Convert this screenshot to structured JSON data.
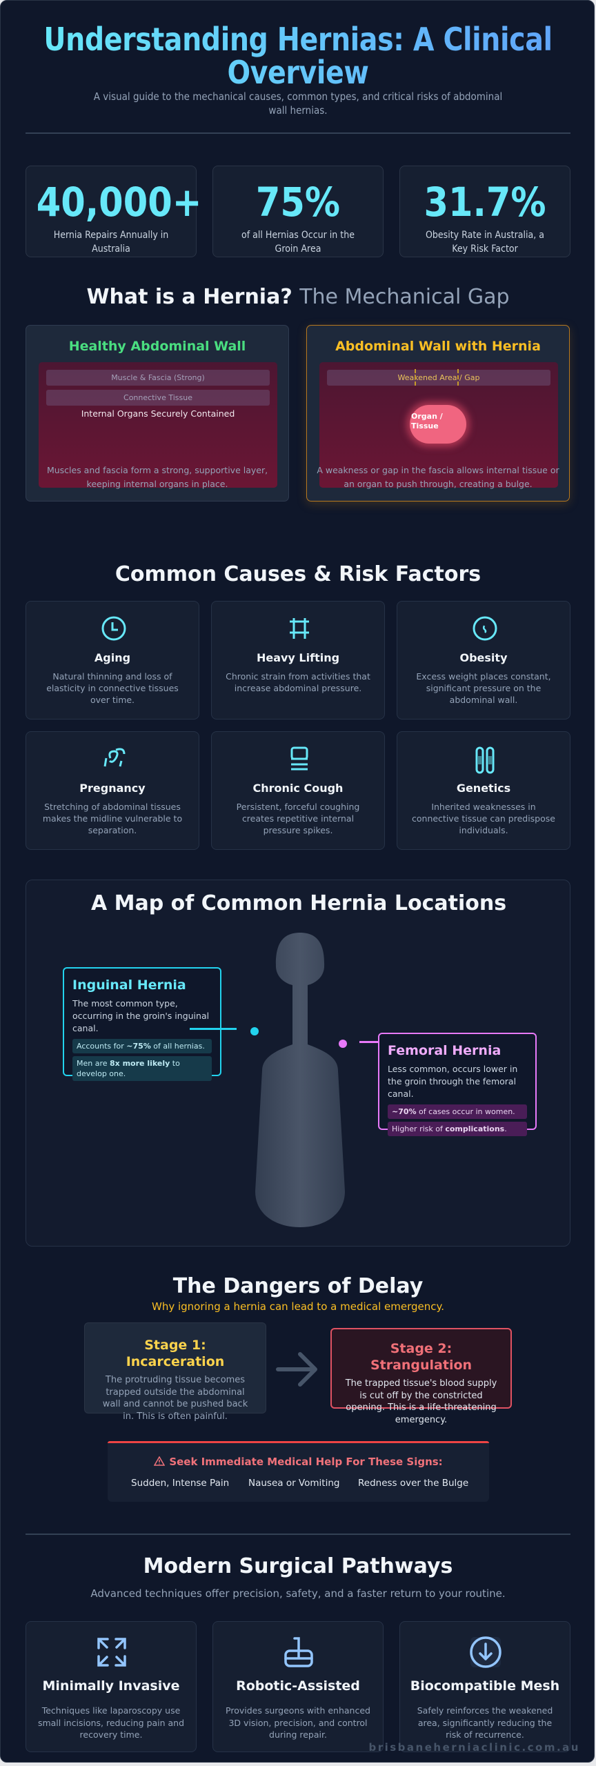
{
  "header": {
    "title": "Understanding Hernias: A Clinical Overview",
    "subtitle": "A visual guide to the mechanical causes, common types, and critical risks of abdominal wall hernias."
  },
  "stats": [
    {
      "value": "40,000+",
      "label": "Hernia Repairs Annually in Australia"
    },
    {
      "value": "75%",
      "label": "of all Hernias Occur in the Groin Area"
    },
    {
      "value": "31.7%",
      "label": "Obesity Rate in Australia, a Key Risk Factor"
    }
  ],
  "what_is": {
    "heading": "What is a Hernia?",
    "heading_muted": "The Mechanical Gap",
    "healthy": {
      "title": "Healthy Abdominal Wall",
      "layer1": "Muscle & Fascia (Strong)",
      "layer2": "Connective Tissue",
      "organs": "Internal Organs Securely Contained",
      "caption": "Muscles and fascia form a strong, supportive layer, keeping internal organs in place.",
      "color": "#4ade80"
    },
    "hernia": {
      "title": "Abdominal Wall with Hernia",
      "layer": "Weakened Area / Gap",
      "organ": "Organ / Tissue",
      "caption": "A weakness or gap in the fascia allows internal tissue or an organ to push through, creating a bulge.",
      "color": "#fbbf24"
    }
  },
  "causes": {
    "heading": "Common Causes & Risk Factors",
    "items": [
      {
        "icon": "clock-icon",
        "title": "Aging",
        "desc": "Natural thinning and loss of elasticity in connective tissues over time."
      },
      {
        "icon": "barbell-icon",
        "title": "Heavy Lifting",
        "desc": "Chronic strain from activities that increase abdominal pressure."
      },
      {
        "icon": "scale-icon",
        "title": "Obesity",
        "desc": "Excess weight places constant, significant pressure on the abdominal wall."
      },
      {
        "icon": "pregnancy-icon",
        "title": "Pregnancy",
        "desc": "Stretching of abdominal tissues makes the midline vulnerable to separation."
      },
      {
        "icon": "lungs-icon",
        "title": "Chronic Cough",
        "desc": "Persistent, forceful coughing creates repetitive internal pressure spikes."
      },
      {
        "icon": "dna-icon",
        "title": "Genetics",
        "desc": "Inherited weaknesses in connective tissue can predispose individuals."
      }
    ]
  },
  "map": {
    "heading": "A Map of Common Hernia Locations",
    "inguinal": {
      "title": "Inguinal Hernia",
      "desc": "The most common type, occurring in the groin's inguinal canal.",
      "fact1_pre": "Accounts for ",
      "fact1_bold": "~75%",
      "fact1_post": " of all hernias.",
      "fact2_pre": "Men are ",
      "fact2_bold": "8x more likely",
      "fact2_post": " to develop one.",
      "color": "#22d3ee"
    },
    "femoral": {
      "title": "Femoral Hernia",
      "desc": "Less common, occurs lower in the groin through the femoral canal.",
      "fact1_bold": "~70%",
      "fact1_post": " of cases occur in women.",
      "fact2_pre": "Higher risk of ",
      "fact2_bold": "complications",
      "fact2_post": ".",
      "color": "#e879f9"
    }
  },
  "dangers": {
    "heading": "The Dangers of Delay",
    "subheading": "Why ignoring a hernia can lead to a medical emergency.",
    "stage1": {
      "title": "Stage 1: Incarceration",
      "desc": "The protruding tissue becomes trapped outside the abdominal wall and cannot be pushed back in. This is often painful."
    },
    "stage2": {
      "title": "Stage 2: Strangulation",
      "desc": "The trapped tissue's blood supply is cut off by the constricted opening. This is a life-threatening emergency."
    },
    "alert": {
      "title": "Seek Immediate Medical Help For These Signs:",
      "signs": [
        "Sudden, Intense Pain",
        "Nausea or Vomiting",
        "Redness over the Bulge"
      ]
    }
  },
  "surgery": {
    "heading": "Modern Surgical Pathways",
    "subheading": "Advanced techniques offer precision, safety, and a faster return to your routine.",
    "items": [
      {
        "icon": "expand-arrows-icon",
        "title": "Minimally Invasive",
        "desc": "Techniques like laparoscopy use small incisions, reducing pain and recovery time."
      },
      {
        "icon": "robot-arm-icon",
        "title": "Robotic-Assisted",
        "desc": "Provides surgeons with enhanced 3D vision, precision, and control during repair."
      },
      {
        "icon": "mesh-download-icon",
        "title": "Biocompatible Mesh",
        "desc": "Safely reinforces the weakened area, significantly reducing the risk of recurrence."
      }
    ]
  },
  "footer": {
    "site": "brisbaneherniaclinic.com.au"
  }
}
